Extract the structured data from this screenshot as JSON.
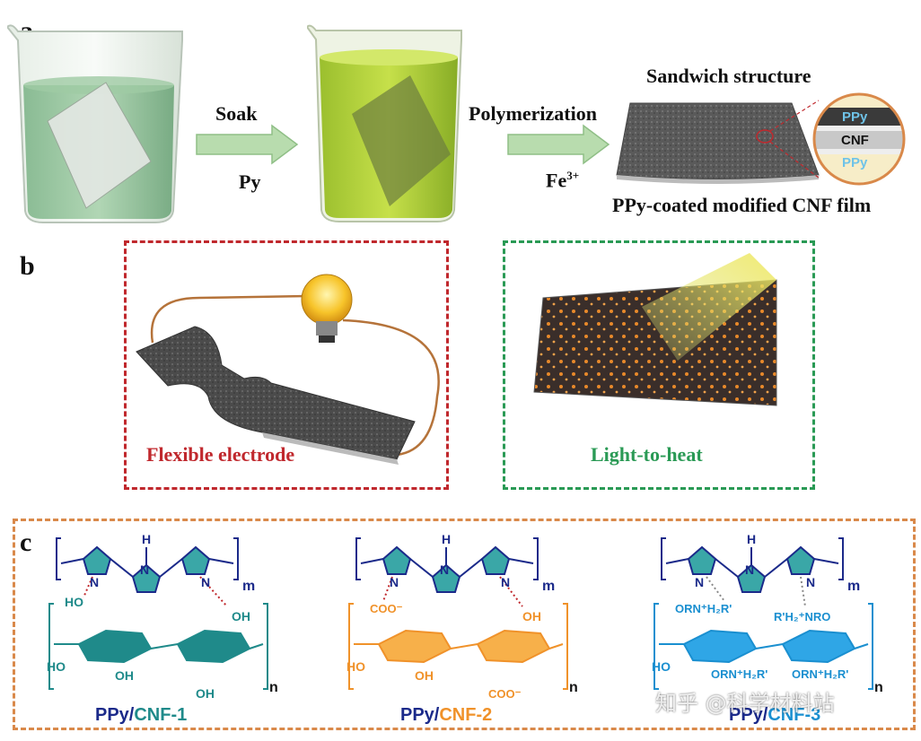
{
  "panel_a": {
    "letter": "a",
    "step1_top": "Soak",
    "step1_bottom": "Py",
    "step2_top": "Polymerization",
    "step2_bottom": "Fe",
    "step2_bottom_sup": "3+",
    "sandwich_title": "Sandwich structure",
    "film_caption": "PPy-coated modified CNF film",
    "layers": [
      "PPy",
      "CNF",
      "PPy"
    ]
  },
  "panel_b": {
    "letter": "b",
    "left_label": "Flexible electrode",
    "right_label": "Light-to-heat"
  },
  "panel_c": {
    "letter": "c",
    "structures": [
      {
        "name_a": "PPy/",
        "name_b": "CNF-1",
        "color": "#1f8a8a"
      },
      {
        "name_a": "PPy/",
        "name_b": "CNF-2",
        "color": "#f0922a"
      },
      {
        "name_a": "PPy/",
        "name_b": "CNF-3",
        "color": "#1a8fd0"
      }
    ],
    "sub_m": "m",
    "sub_n": "n",
    "oh": "OH",
    "ho": "HO",
    "nh_h": "H",
    "n": "N",
    "o": "O",
    "coo": "COO",
    "orn": "ORN",
    "h2r": "H",
    "orn_full": "ORN⁺H₂R'",
    "rh2nro": "R'H₂⁺NRO"
  },
  "watermark": "知乎 @科学材料站",
  "colors": {
    "red_box": "#c0282d",
    "green_box": "#2a9a55",
    "orange_box": "#d9894a",
    "navy": "#1b2a8a",
    "teal": "#1f8a8a",
    "orange": "#f0922a",
    "blue": "#1a8fd0"
  }
}
